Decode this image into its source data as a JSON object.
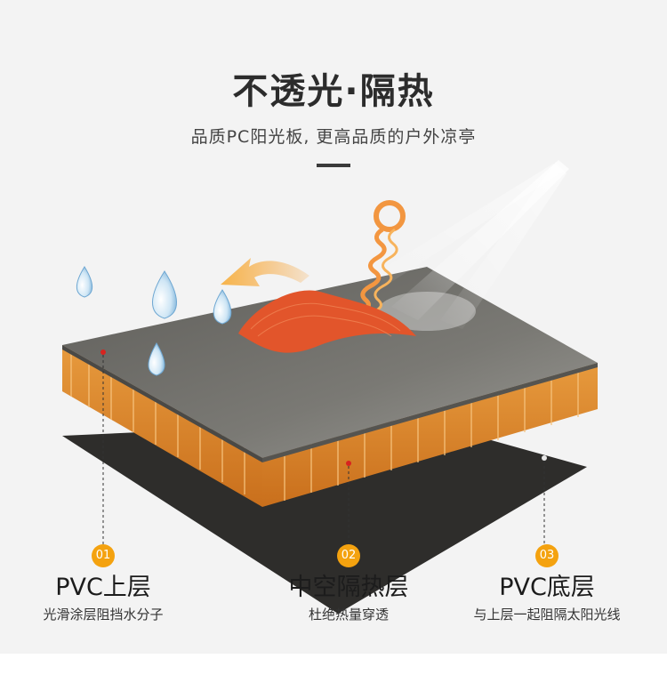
{
  "header": {
    "title": "不透光·隔热",
    "subtitle": "品质PC阳光板, 更高品质的户外凉亭"
  },
  "features": [
    {
      "number": "01",
      "title": "PVC上层",
      "description": "光滑涂层阻挡水分子"
    },
    {
      "number": "02",
      "title": "中空隔热层",
      "description": "杜绝热量穿透"
    },
    {
      "number": "03",
      "title": "PVC底层",
      "description": "与上层一起阻隔太阳光线"
    }
  ],
  "colors": {
    "accent": "#f4a20f",
    "panel_top": "#6b6a66",
    "panel_core": "#d9822a",
    "bottom_sheet": "#2e2d2b",
    "heat_wave": "#f08a2a"
  }
}
